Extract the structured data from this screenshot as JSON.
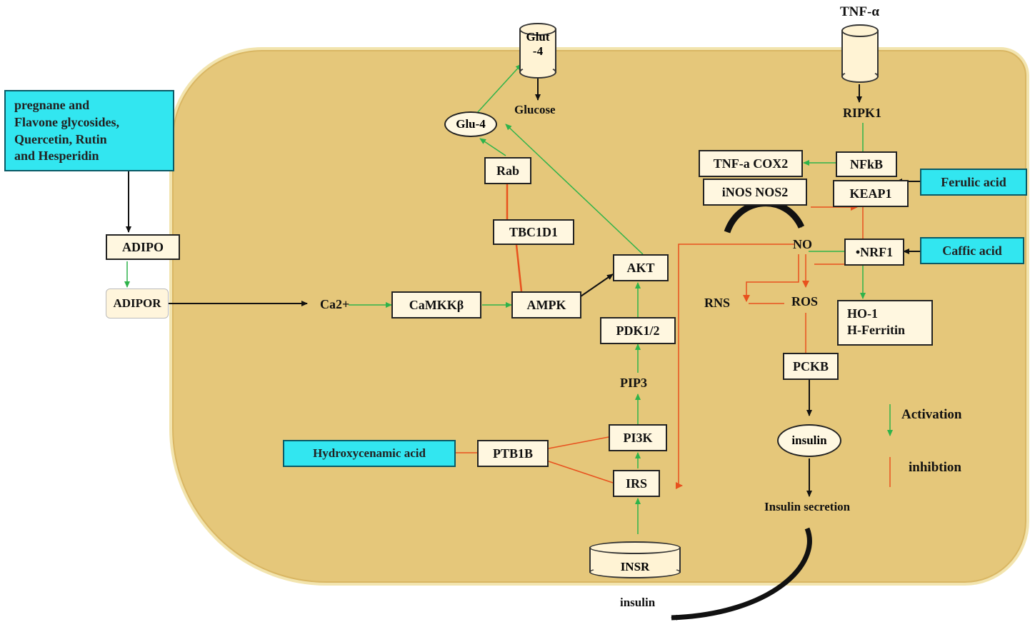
{
  "outside": {
    "tnf_alpha": "TNF-α",
    "insulin_out": "insulin",
    "pregnane_box": [
      "pregnane  and",
      "Flavone glycosides,",
      "Quercetin, Rutin",
      "and Hesperidin"
    ]
  },
  "nodes": {
    "glut4_top": "Glut",
    "glut4_bottom": "-4",
    "glucose": "Glucose",
    "glu4": "Glu-4",
    "rab": "Rab",
    "tbc1d1": "TBC1D1",
    "adipo": "ADIPO",
    "adipor": "ADIPOR",
    "ca2": "Ca2+",
    "camkkb": "CaMKKβ",
    "ampk": "AMPK",
    "akt": "AKT",
    "pdk": "PDK1/2",
    "pip3": "PIP3",
    "pi3k": "PI3K",
    "irs": "IRS",
    "ptb1b": "PTB1B",
    "hydroxy": "Hydroxycenamic acid",
    "insr": "INSR",
    "ripk1": "RIPK1",
    "nfkb": "NFkB",
    "keap1": "KEAP1",
    "tnf_cox2": "TNF-a COX2",
    "inos_nos2": "iNOS NOS2",
    "ferulic": "Ferulic acid",
    "no": "NO",
    "nrf1": "•NRF1",
    "caffic": "Caffic acid",
    "rns": "RNS",
    "ros": "ROS",
    "ho1_line1": "HO-1",
    "ho1_line2": "H-Ferritin",
    "pckb": "PCKB",
    "insulin_oval": "insulin",
    "insulin_secretion": "Insulin secretion"
  },
  "legend": {
    "activation": "Activation",
    "inhibition": "inhibtion"
  },
  "colors": {
    "cell_fill": "#e5c77a",
    "cell_border": "#f2e4ae",
    "node_fill": "#fff7e0",
    "compound_fill": "#32e6f0",
    "activation": "#2eb34a",
    "inhibition": "#e8511e",
    "arrow": "#111111"
  }
}
